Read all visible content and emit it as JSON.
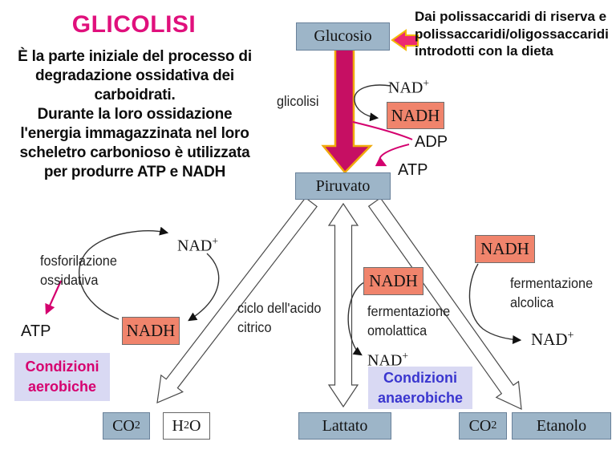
{
  "header": {
    "title": "GLICOLISI",
    "description_lines": [
      "È la parte iniziale del processo di",
      "degradazione ossidativa  dei",
      "carboidrati.",
      "Durante la loro ossidazione",
      "l'energia immagazzinata nel loro",
      "scheletro carbonioso è utilizzata",
      "per produrre ATP e NADH"
    ]
  },
  "source_note": {
    "lines": [
      "Dai polissaccaridi di riserva e",
      "polissaccaridi/oligossaccaridi",
      "introdotti con la dieta"
    ]
  },
  "glycolysis": {
    "glucose": "Glucosio",
    "pyruvate": "Piruvato",
    "label": "glicolisi",
    "nad": {
      "base": "NAD",
      "sup": "+"
    },
    "nadh": "NADH",
    "adp": "ADP",
    "atp": "ATP"
  },
  "aerobic": {
    "oxidative_phosphorylation_lines": [
      "fosforilazione",
      "ossidativa"
    ],
    "atp": "ATP",
    "nad": {
      "base": "NAD",
      "sup": "+"
    },
    "nadh": "NADH",
    "condition_lines": [
      "Condizioni",
      "aerobiche"
    ],
    "citric_acid_cycle_lines": [
      "ciclo dell'acido",
      "citrico"
    ],
    "co2": {
      "base": "CO",
      "sub": "2"
    },
    "h2o": {
      "pre": "H",
      "sub": "2",
      "post": "O"
    }
  },
  "anaerobic": {
    "condition_lines": [
      "Condizioni",
      "anaerobiche"
    ],
    "homolactic": {
      "nadh": "NADH",
      "label_lines": [
        "fermentazione",
        "omolattica"
      ],
      "nad": {
        "base": "NAD",
        "sup": "+"
      },
      "product": "Lattato"
    },
    "alcoholic": {
      "nadh": "NADH",
      "label_lines": [
        "fermentazione",
        "alcolica"
      ],
      "nad": {
        "base": "NAD",
        "sup": "+"
      },
      "co2": {
        "base": "CO",
        "sub": "2"
      },
      "product": "Etanolo"
    }
  },
  "colors": {
    "title": "#e0107c",
    "metabolite_box": "#9db5c8",
    "nadh_box": "#f0846c",
    "condition_box": "#d9d9f3",
    "aerobic_text": "#d6006f",
    "anaerobic_text": "#3a36cf",
    "main_arrow": "#c60f63",
    "main_arrow_border": "#f0a90c",
    "coupling_arrow": "#d4006e"
  }
}
